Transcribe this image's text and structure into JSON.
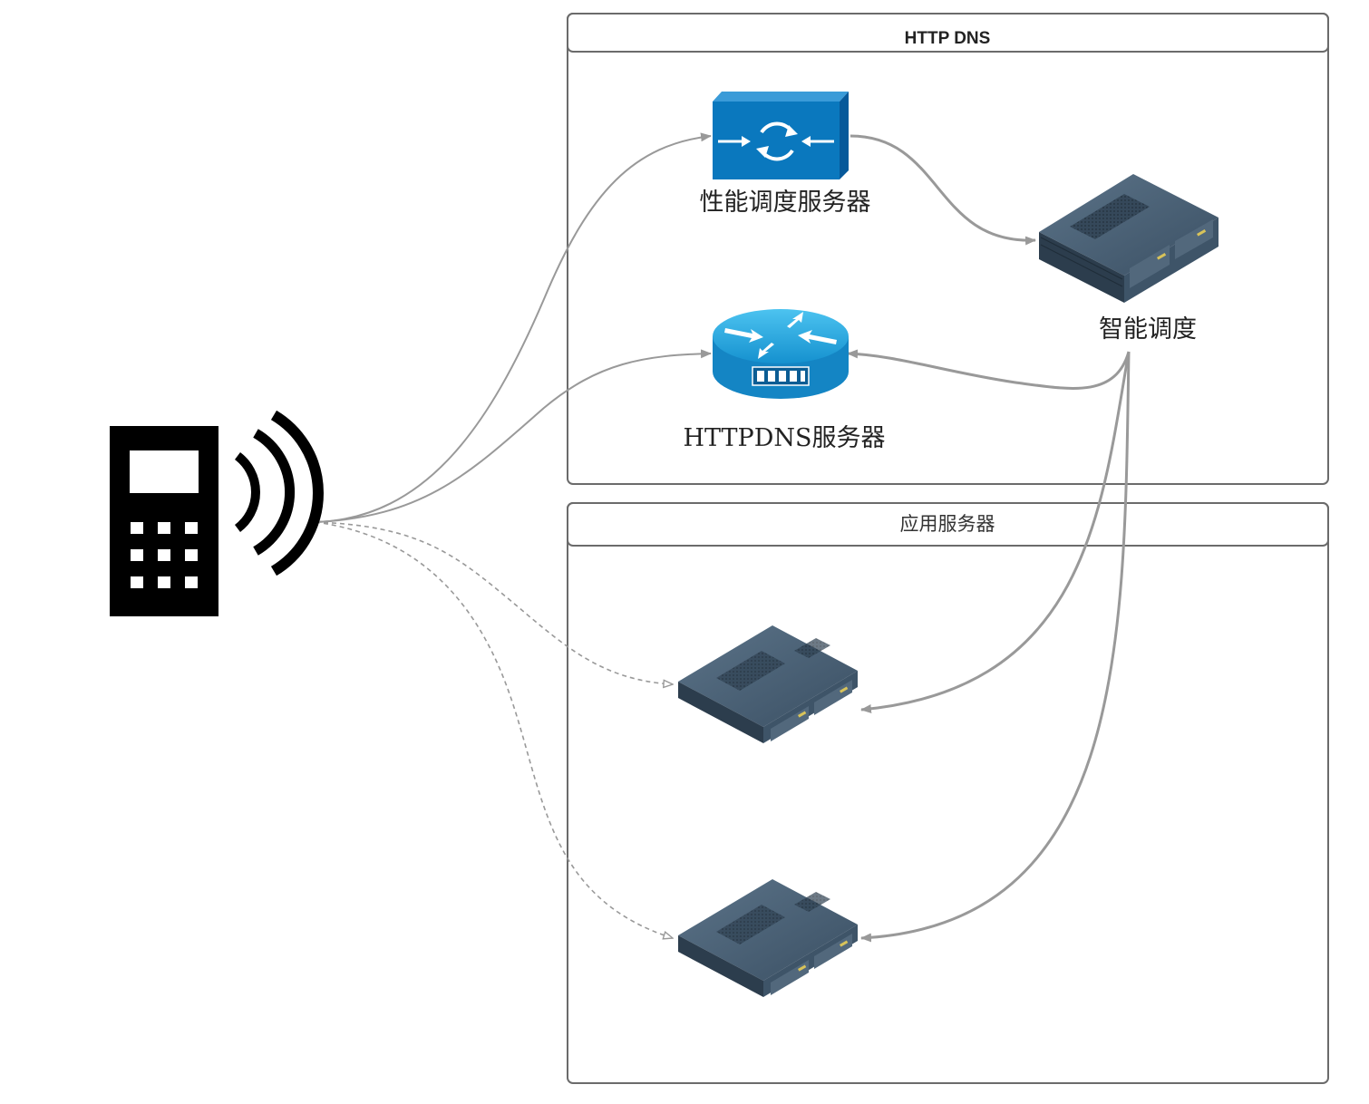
{
  "containers": {
    "httpdns": {
      "title": "HTTP DNS"
    },
    "app_servers": {
      "title": "应用服务器"
    }
  },
  "nodes": {
    "perf_scheduler": {
      "label": "性能调度服务器",
      "icon": "sync-switch-icon"
    },
    "httpdns_server": {
      "label": "HTTPDNS服务器",
      "icon": "router-icon"
    },
    "smart_scheduler": {
      "label": "智能调度",
      "icon": "server-icon"
    },
    "app_server_1": {
      "label": "",
      "icon": "server-icon"
    },
    "app_server_2": {
      "label": "",
      "icon": "server-icon"
    },
    "client": {
      "label": "",
      "icon": "mobile-wireless-icon"
    }
  },
  "connections": [
    {
      "from": "client",
      "to": "perf_scheduler",
      "style": "solid"
    },
    {
      "from": "client",
      "to": "httpdns_server",
      "style": "solid"
    },
    {
      "from": "perf_scheduler",
      "to": "smart_scheduler",
      "style": "solid"
    },
    {
      "from": "smart_scheduler",
      "to": "httpdns_server",
      "style": "solid"
    },
    {
      "from": "smart_scheduler",
      "to": "app_server_1",
      "style": "solid"
    },
    {
      "from": "smart_scheduler",
      "to": "app_server_2",
      "style": "solid"
    },
    {
      "from": "client",
      "to": "app_server_1",
      "style": "dashed"
    },
    {
      "from": "client",
      "to": "app_server_2",
      "style": "dashed"
    }
  ],
  "colors": {
    "border": "#6b6b6b",
    "connector": "#999999",
    "switch_blue": "#0a78be",
    "router_blue": "#1ba3e0",
    "server_dark": "#3e5468"
  }
}
